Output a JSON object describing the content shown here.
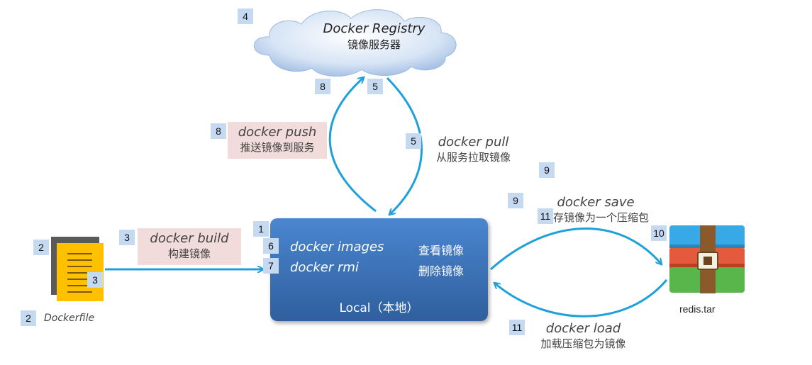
{
  "registry": {
    "title": "Docker Registry",
    "subtitle": "镜像服务器"
  },
  "local": {
    "rows": [
      {
        "cmd": "docker images",
        "desc": "查看镜像"
      },
      {
        "cmd": "docker rmi",
        "desc": "删除镜像"
      }
    ],
    "footer": "Local（本地）"
  },
  "build": {
    "cmd": "docker build",
    "desc": "构建镜像"
  },
  "push": {
    "cmd": "docker push",
    "desc": "推送镜像到服务"
  },
  "pull": {
    "cmd": "docker pull",
    "desc": "从服务拉取镜像"
  },
  "save": {
    "cmd": "docker save",
    "desc": "保存镜像为一个压缩包"
  },
  "load": {
    "cmd": "docker load",
    "desc": "加载压缩包为镜像"
  },
  "dockerfile": {
    "label": "Dockerfile"
  },
  "archive": {
    "label": "redis.tar"
  },
  "badges": [
    "4",
    "8",
    "5",
    "8",
    "5",
    "9",
    "9",
    "11",
    "10",
    "1",
    "6",
    "7",
    "3",
    "2",
    "3",
    "2",
    "11"
  ],
  "colors": {
    "arrow": "#1ea0dc",
    "local_top": "#4a86cf",
    "local_bottom": "#2f5f9e",
    "badge": "#c5d9f1",
    "label_bg": "#f2dcdb"
  }
}
